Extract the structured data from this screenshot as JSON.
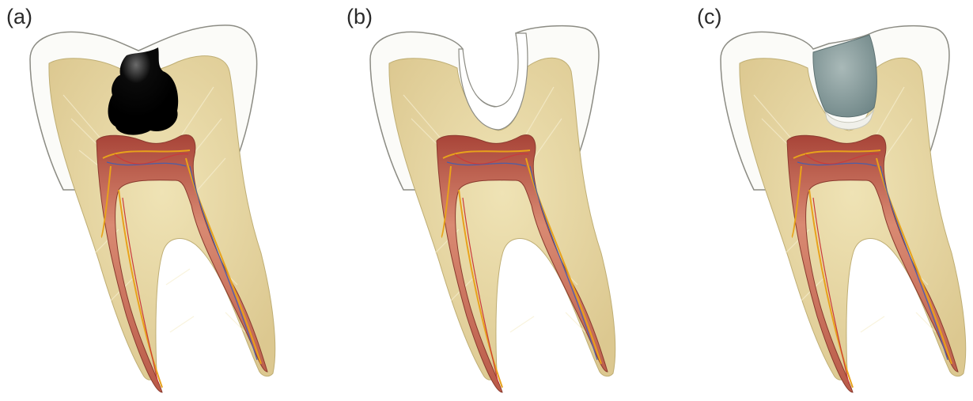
{
  "panels": [
    {
      "label": "(a)",
      "state": "caries"
    },
    {
      "label": "(b)",
      "state": "cavity-prepared"
    },
    {
      "label": "(c)",
      "state": "filled"
    }
  ],
  "colors": {
    "enamel": "#fbfbf8",
    "enamel_outline": "#8c8c84",
    "dentin": "#e6d6a2",
    "dentin_streak": "#f5ecc9",
    "pulp": "#b8574a",
    "pulp_light": "#e7a083",
    "nerve": "#e8a21b",
    "vein": "#4b5fa8",
    "artery": "#c93b3b",
    "caries": "#050505",
    "filling": "#8fa3a3",
    "liner": "#f0f0ea"
  }
}
